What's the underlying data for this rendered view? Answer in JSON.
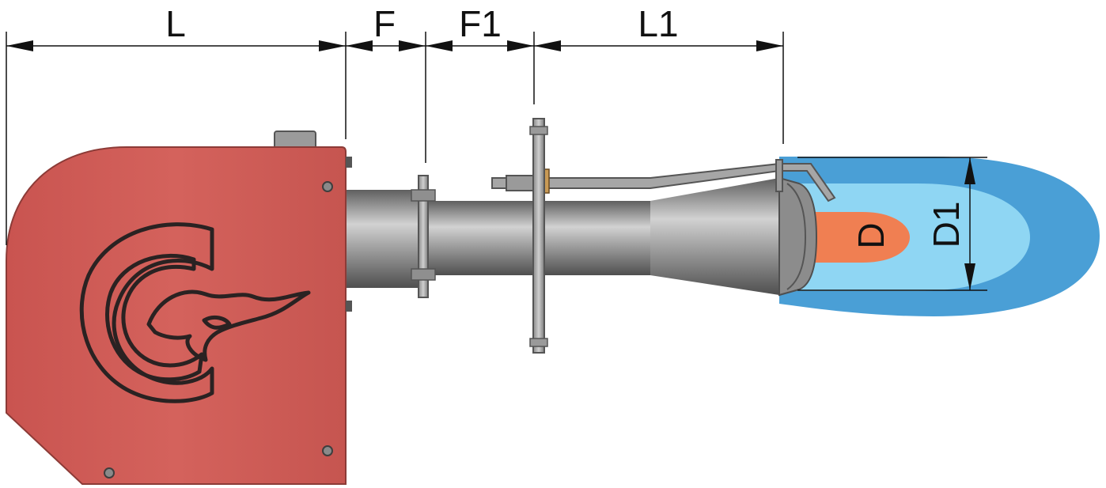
{
  "dimensions": {
    "L": "L",
    "F": "F",
    "F1": "F1",
    "L1": "L1",
    "D": "D",
    "D1": "D1"
  },
  "colors": {
    "housing": "#cc5a55",
    "housing_edge": "#8c3b37",
    "metal_light": "#c8c8c8",
    "metal_dark": "#6e6e6e",
    "flame_outer": "#4a9fd6",
    "flame_inner": "#8fd6f3",
    "flame_core": "#f07f52",
    "line": "#111111"
  },
  "icons": {
    "logo": "flame-c-logo-icon"
  }
}
